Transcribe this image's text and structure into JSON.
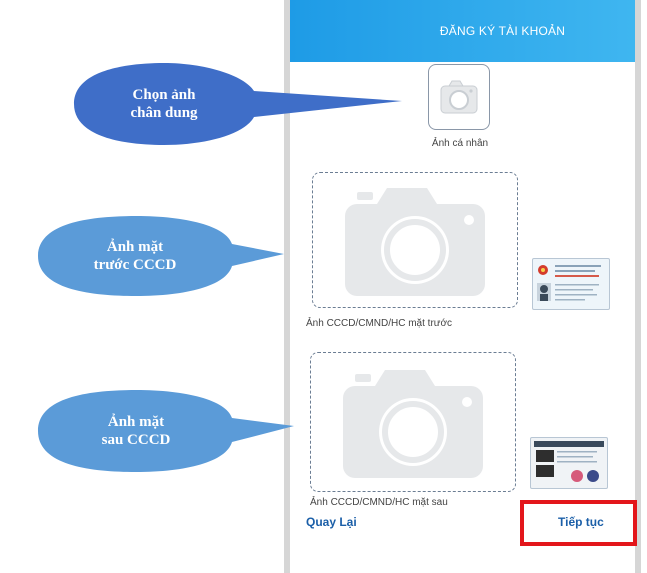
{
  "header": {
    "title": "ĐĂNG KÝ TÀI KHOẢN"
  },
  "avatar": {
    "label": "Ảnh cá nhân",
    "icon": "camera-icon"
  },
  "front": {
    "label": "Ảnh CCCD/CMND/HC mặt trước",
    "icon": "camera-icon"
  },
  "back": {
    "label": "Ảnh CCCD/CMND/HC mặt sau",
    "icon": "camera-icon"
  },
  "footer": {
    "back_label": "Quay Lại",
    "next_label": "Tiếp tục"
  },
  "callouts": {
    "portrait": "Chọn ảnh\nchân dung",
    "front": "Ảnh mặt\ntrước CCCD",
    "back": "Ảnh mặt\nsau CCCD"
  },
  "colors": {
    "header": "#1e9be6",
    "link": "#1b5fa8",
    "callout_dark": "#3f6ec8",
    "callout_light": "#5b9bd8",
    "highlight": "#e3161b"
  }
}
